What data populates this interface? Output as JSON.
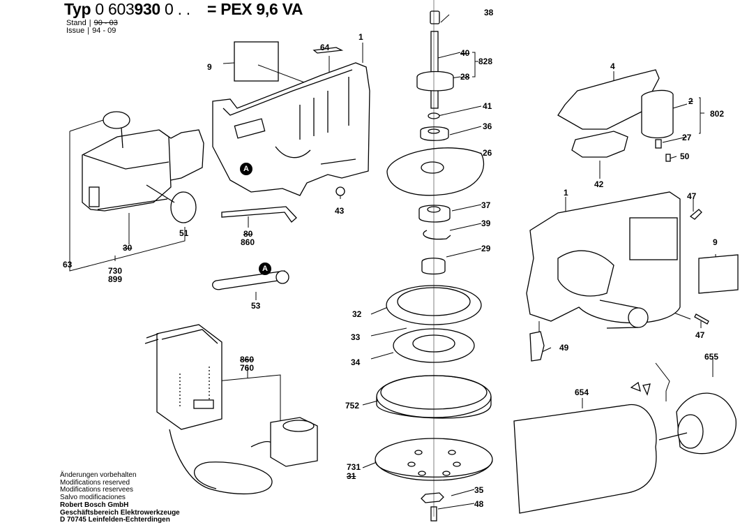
{
  "header": {
    "typ_label": "Typ",
    "type_number_prefix": "0 603",
    "type_number_bold": "930",
    "type_number_suffix": "0 . .",
    "model": "= PEX 9,6 VA",
    "stand_label": "Stand",
    "stand_value": "90 - 03",
    "issue_label": "Issue",
    "issue_value": "94 - 09"
  },
  "footer": {
    "notes": [
      "Änderungen vorbehalten",
      "Modifications reserved",
      "Modifications reservees",
      "Salvo modificaciones"
    ],
    "company": [
      "Robert Bosch GmbH",
      "Geschäftsbereich Elektrowerkzeuge",
      "D 70745 Leinfelden-Echterdingen"
    ]
  },
  "badge_label": "A",
  "part_labels": {
    "p38": "38",
    "p40": "40",
    "p28": "28",
    "p828": "828",
    "p41": "41",
    "p36": "36",
    "p26": "26",
    "p37": "37",
    "p39": "39",
    "p29": "29",
    "p32": "32",
    "p33": "33",
    "p34": "34",
    "p752": "752",
    "p731": "731",
    "p31": "31",
    "p35": "35",
    "p48": "48",
    "p9a": "9",
    "p64": "64",
    "p1a": "1",
    "p43": "43",
    "p63": "63",
    "p30": "30",
    "p51": "51",
    "p730": "730",
    "p899": "899",
    "p80": "80",
    "p860a": "860",
    "p53": "53",
    "p860b": "860",
    "p760": "760",
    "p4": "4",
    "p2": "2",
    "p802": "802",
    "p27": "27",
    "p50": "50",
    "p42": "42",
    "p1b": "1",
    "p47a": "47",
    "p9b": "9",
    "p47b": "47",
    "p49": "49",
    "p654": "654",
    "p655": "655"
  }
}
